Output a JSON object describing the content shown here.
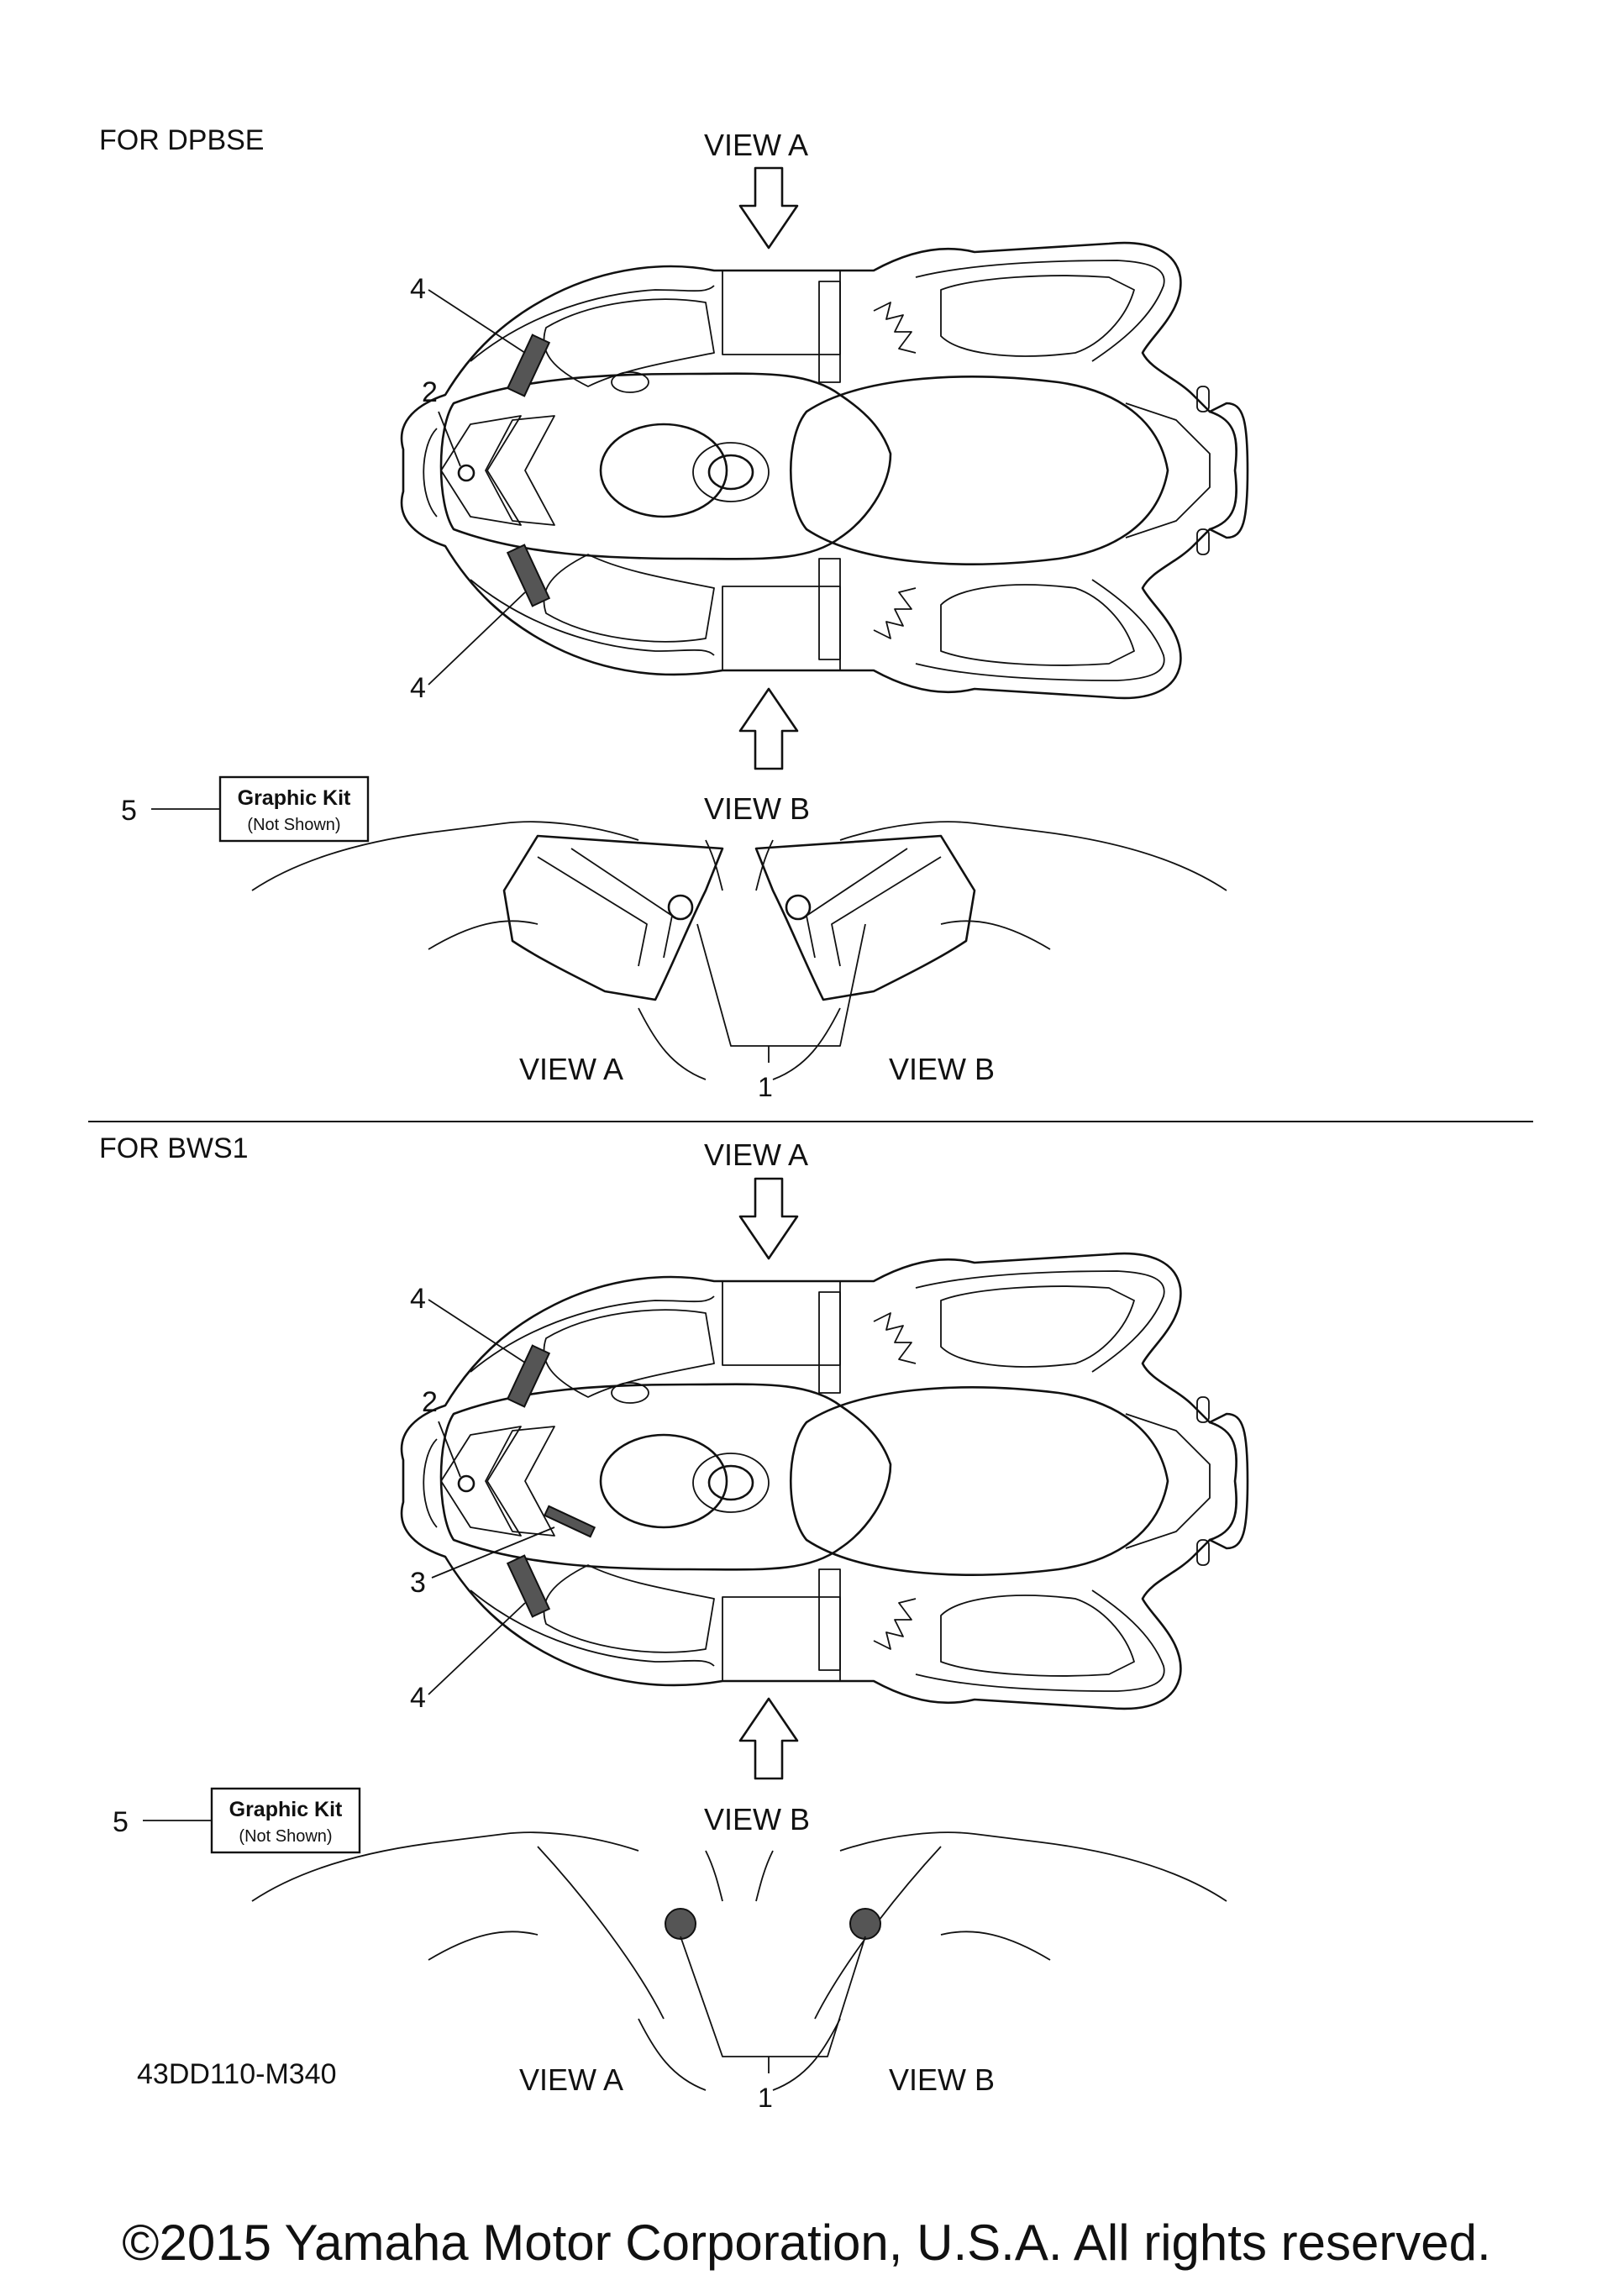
{
  "top": {
    "heading": "FOR DPBSE",
    "view_a_arrow_label": "VIEW A",
    "view_b_arrow_label": "VIEW B",
    "callouts": [
      "4",
      "2",
      "4"
    ],
    "graphic_kit": {
      "number": "5",
      "line1": "Graphic Kit",
      "line2": "(Not Shown)"
    },
    "bottom_view_a": "VIEW A",
    "bottom_view_b": "VIEW B",
    "bottom_callout": "1"
  },
  "bottom": {
    "heading": "FOR BWS1",
    "view_a_arrow_label": "VIEW A",
    "view_b_arrow_label": "VIEW B",
    "callouts": [
      "4",
      "2",
      "3",
      "4"
    ],
    "graphic_kit": {
      "number": "5",
      "line1": "Graphic Kit",
      "line2": "(Not Shown)"
    },
    "bottom_view_a": "VIEW A",
    "bottom_view_b": "VIEW B",
    "bottom_callout": "1",
    "drawing_code": "43DD110-M340"
  },
  "footer": {
    "copyright": "©2015 Yamaha Motor Corporation, U.S.A. All rights reserved."
  }
}
